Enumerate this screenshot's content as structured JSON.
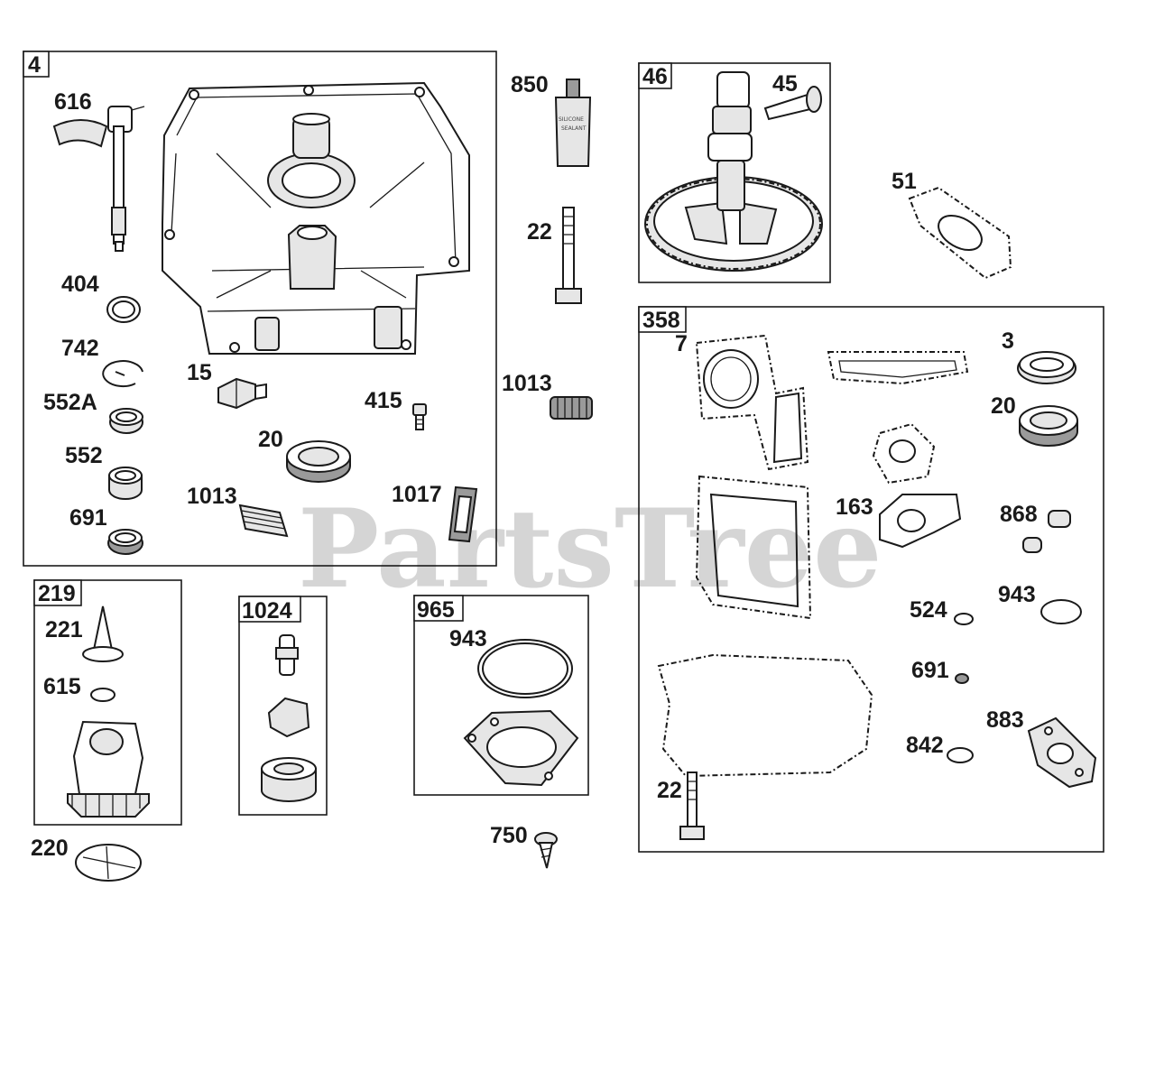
{
  "watermark": "PartsTree",
  "boxes": {
    "b4": "4",
    "b46": "46",
    "b358": "358",
    "b219": "219",
    "b1024": "1024",
    "b965": "965"
  },
  "labels": {
    "l616": "616",
    "l404": "404",
    "l742": "742",
    "l552A": "552A",
    "l552": "552",
    "l691a": "691",
    "l15": "15",
    "l415": "415",
    "l20a": "20",
    "l1013a": "1013",
    "l1017": "1017",
    "l850": "850",
    "l22a": "22",
    "l1013b": "1013",
    "l45": "45",
    "l51": "51",
    "l7": "7",
    "l3": "3",
    "l20b": "20",
    "l163": "163",
    "l868": "868",
    "l524": "524",
    "l943a": "943",
    "l691b": "691",
    "l883": "883",
    "l842": "842",
    "l22b": "22",
    "l221": "221",
    "l615": "615",
    "l220": "220",
    "l943b": "943",
    "l750": "750"
  },
  "tube_text": [
    "SILICONE",
    "SEALANT"
  ]
}
